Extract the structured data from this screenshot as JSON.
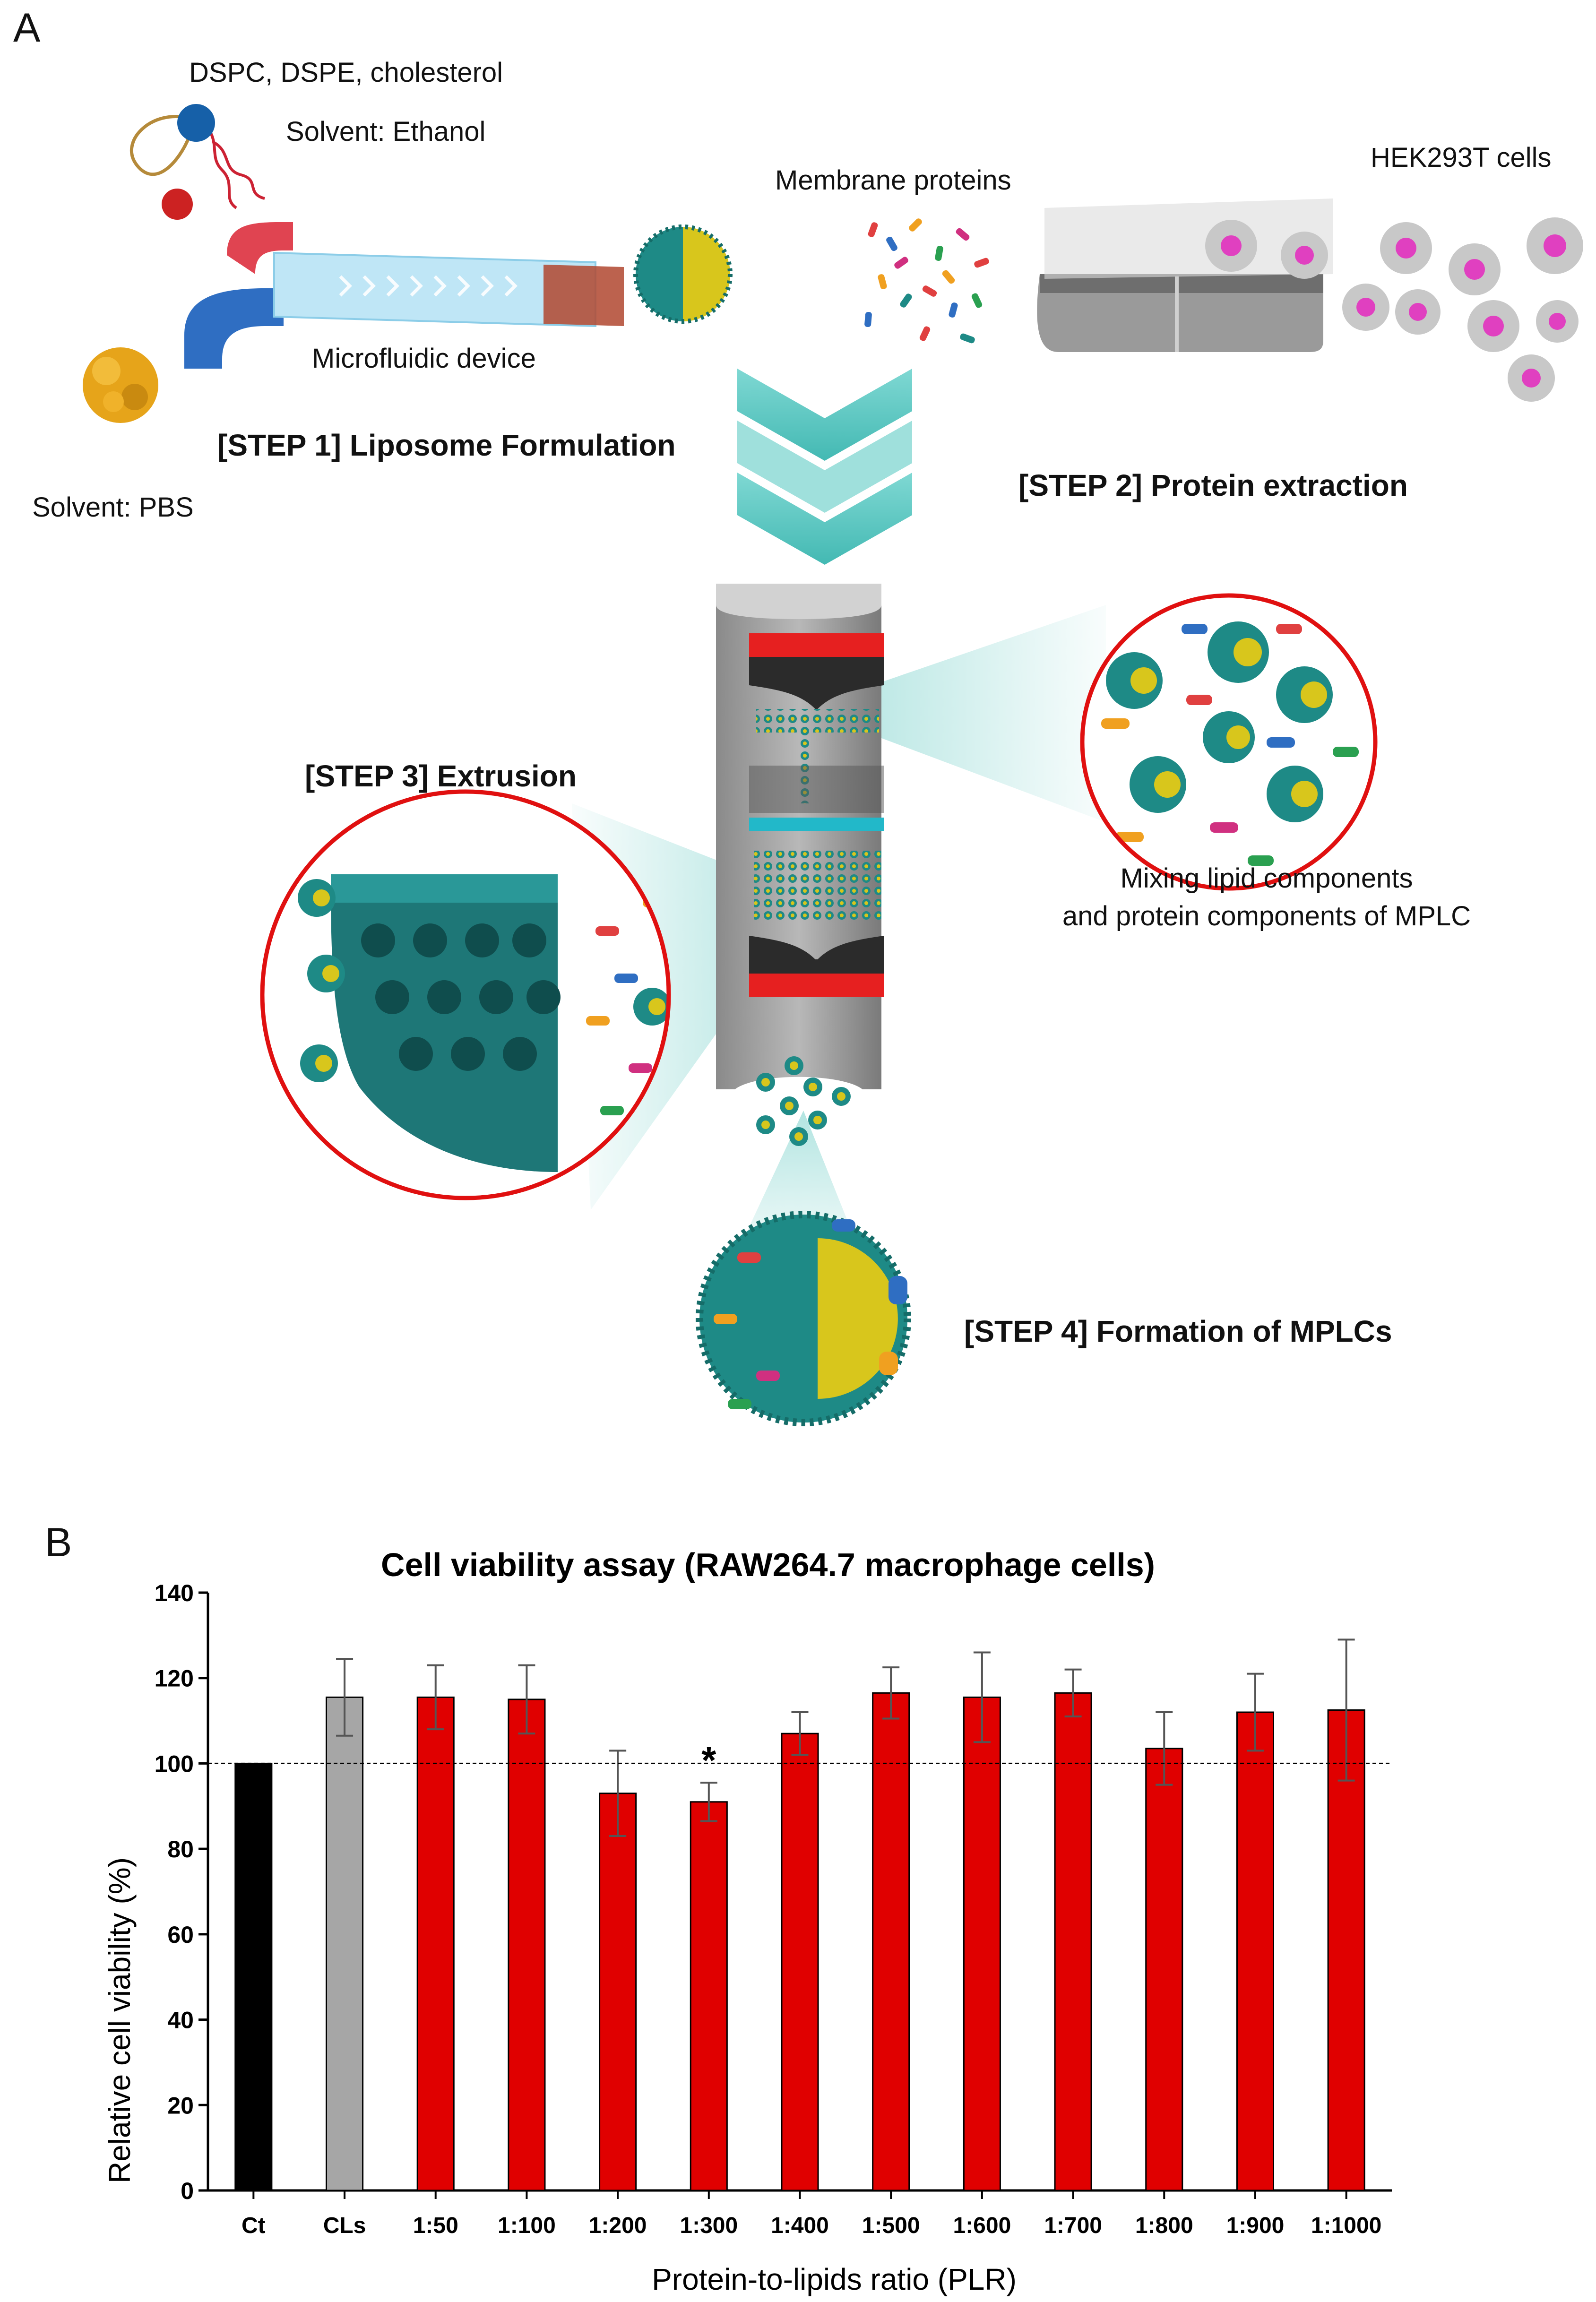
{
  "panel_a": {
    "letter": "A",
    "lipids_label": "DSPC, DSPE, cholesterol",
    "solvent_ethanol": "Solvent: Ethanol",
    "solvent_pbs": "Solvent: PBS",
    "microfluidic_label": "Microfluidic device",
    "membrane_proteins_label": "Membrane proteins",
    "cells_label": "HEK293T cells",
    "step1": "[STEP 1] Liposome Formulation",
    "step2": "[STEP 2] Protein extraction",
    "step3": "[STEP 3] Extrusion",
    "step4": "[STEP 4] Formation of MPLCs",
    "mixing_line1": "Mixing lipid components",
    "mixing_line2": "and protein components of MPLC"
  },
  "panel_b": {
    "letter": "B"
  },
  "colors": {
    "teal": "#1e8a86",
    "yellow": "#d8c61c",
    "red": "#e00000",
    "control_bar": "#000000",
    "cls_bar": "#a6a6a6",
    "plr_bar": "#e00000",
    "chevron": "#6fd0cc",
    "gold": "#e6a41a"
  },
  "chart_data": {
    "type": "bar",
    "title": "Cell viability assay (RAW264.7 macrophage cells)",
    "xlabel": "Protein-to-lipids ratio (PLR)",
    "ylabel": "Relative cell viability (%)",
    "ylim": [
      0,
      140
    ],
    "yticks": [
      "0",
      "20",
      "40",
      "60",
      "80",
      "100",
      "120",
      "140"
    ],
    "reference_line": 100,
    "categories": [
      "Ct",
      "CLs",
      "1:50",
      "1:100",
      "1:200",
      "1:300",
      "1:400",
      "1:500",
      "1:600",
      "1:700",
      "1:800",
      "1:900",
      "1:1000"
    ],
    "values": [
      100,
      115.5,
      115.5,
      115,
      93,
      91,
      107,
      116.5,
      115.5,
      116.5,
      103.5,
      112,
      112.5
    ],
    "errors": [
      0,
      9,
      7.5,
      8,
      10,
      4.5,
      5,
      6,
      10.5,
      5.5,
      8.5,
      9,
      16.5
    ],
    "bar_colors": [
      "#000000",
      "#a6a6a6",
      "#e00000",
      "#e00000",
      "#e00000",
      "#e00000",
      "#e00000",
      "#e00000",
      "#e00000",
      "#e00000",
      "#e00000",
      "#e00000",
      "#e00000"
    ],
    "significance": [
      {
        "category": "1:300",
        "marker": "*"
      }
    ],
    "grid": false
  }
}
